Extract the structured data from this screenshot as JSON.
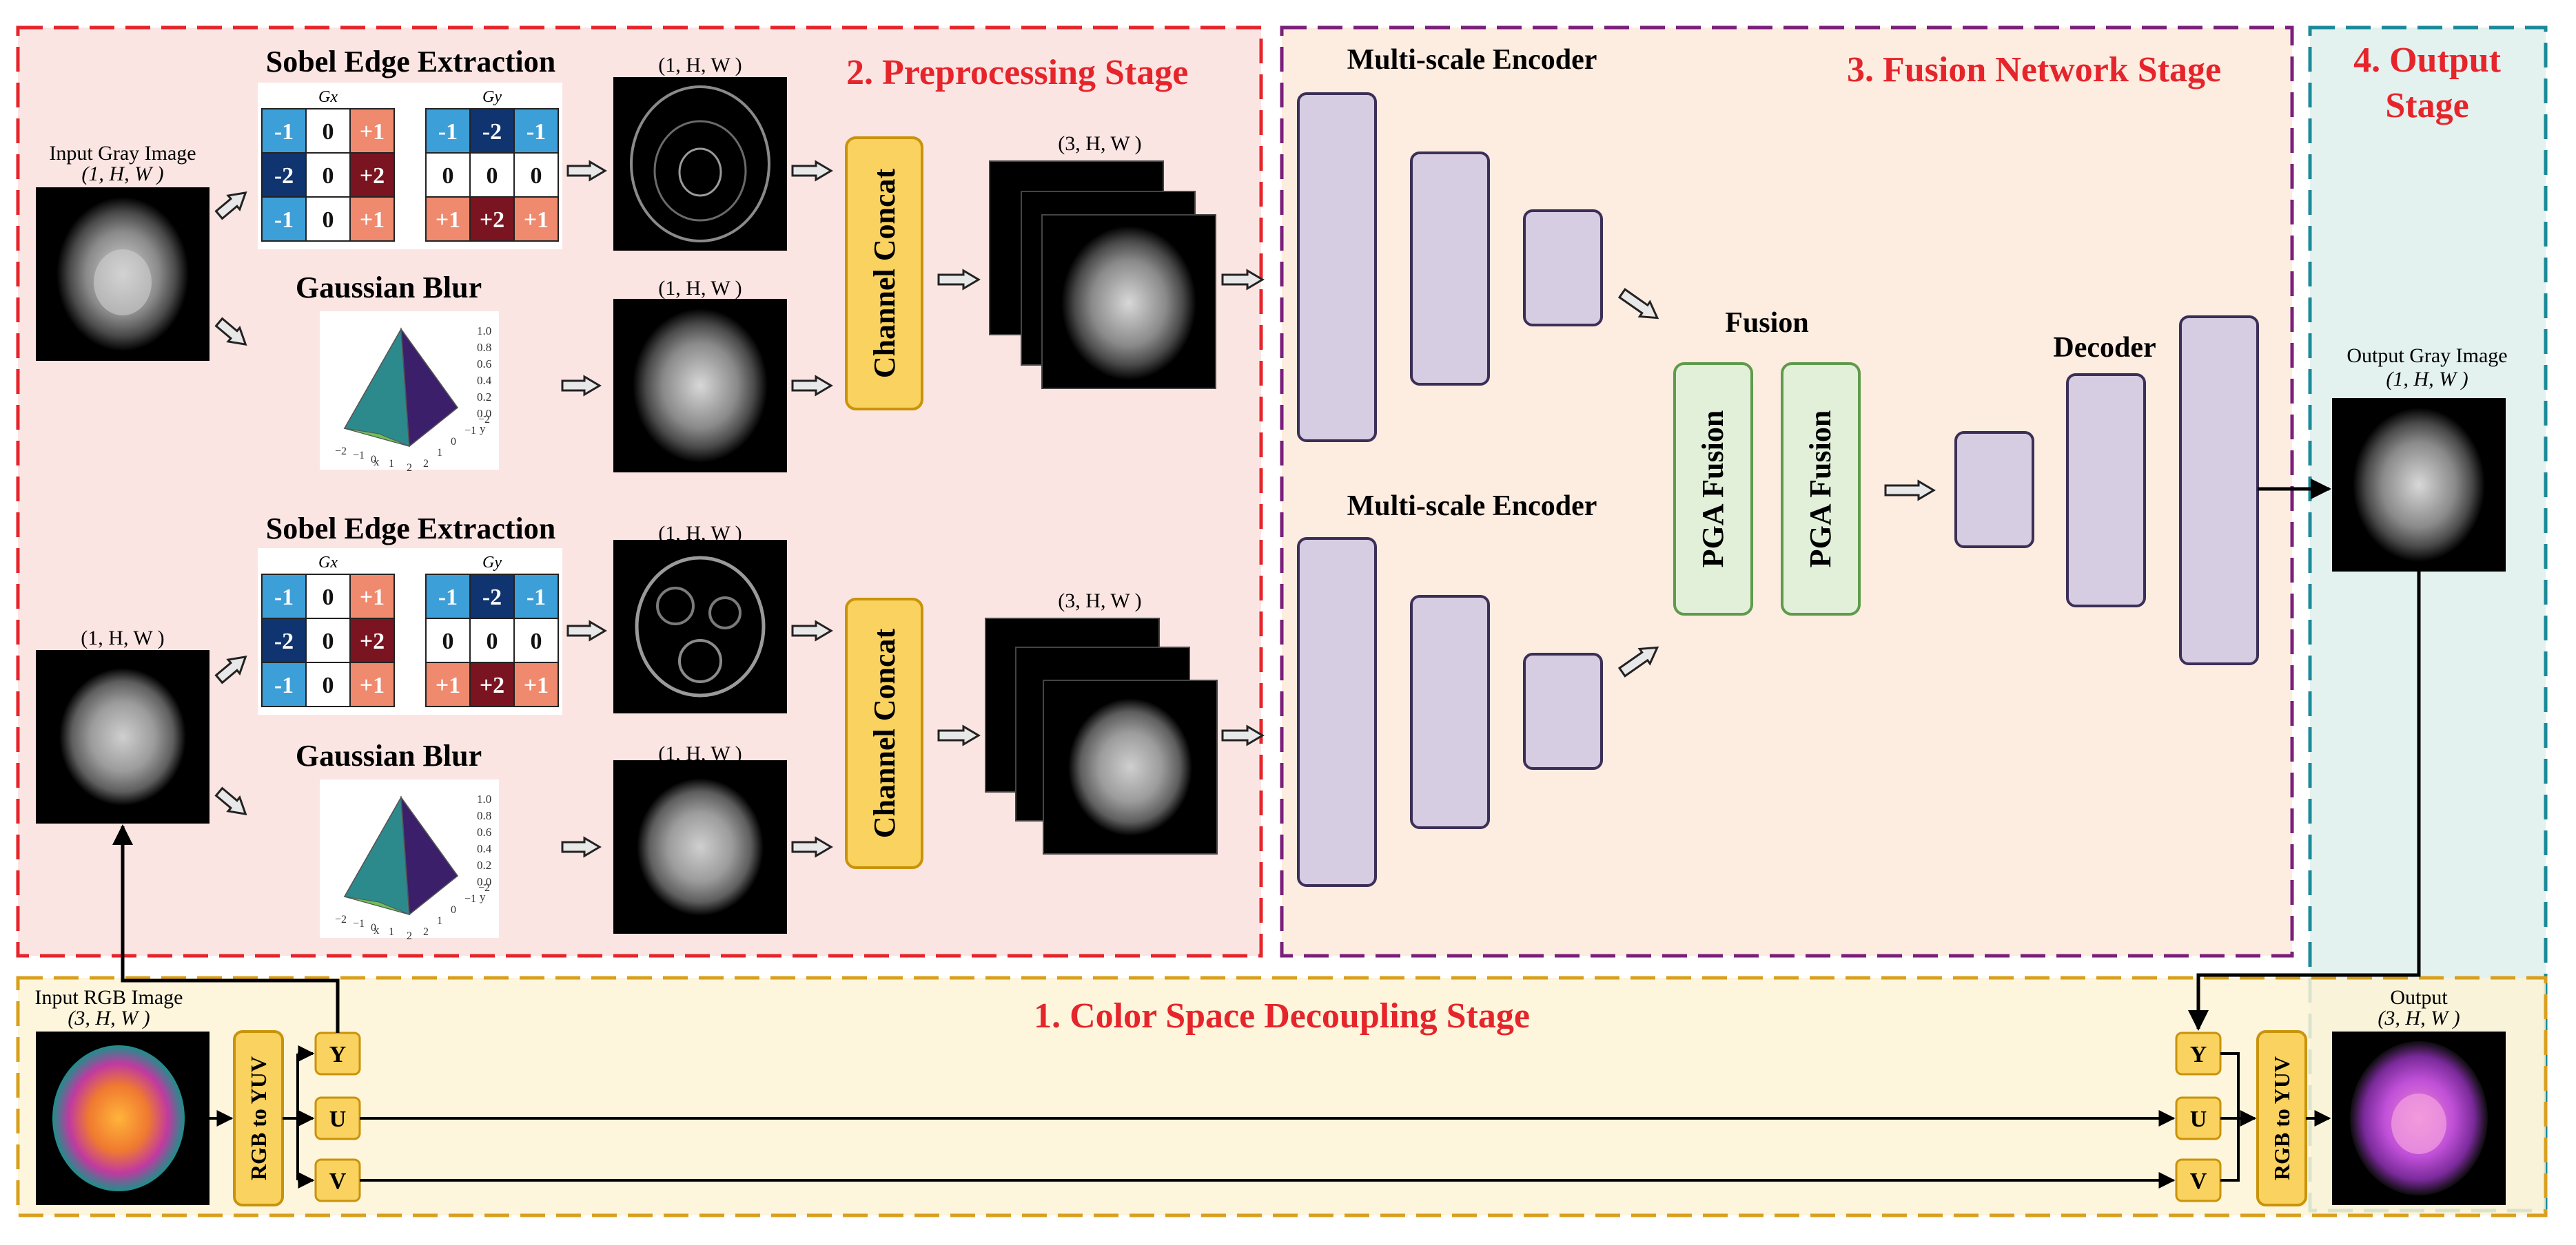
{
  "stages": {
    "preprocessing": "2. Preprocessing Stage",
    "fusion_network": "3. Fusion Network Stage",
    "output_line1": "4. Output",
    "output_line2": "Stage",
    "color_space": "1. Color Space Decoupling Stage"
  },
  "preprocess": {
    "sobel_title": "Sobel Edge Extraction",
    "gaussian_title": "Gaussian Blur",
    "gx_label": "Gx",
    "gy_label": "Gy",
    "gx_kernel": [
      "-1",
      "0",
      "+1",
      "-2",
      "0",
      "+2",
      "-1",
      "0",
      "+1"
    ],
    "gy_kernel": [
      "-1",
      "-2",
      "-1",
      "0",
      "0",
      "0",
      "+1",
      "+2",
      "+1"
    ],
    "input_gray_label": "Input Gray Image",
    "shape_1hw": "(1, H, W )",
    "shape_3hw": "(3, H, W )",
    "channel_concat": "Channel Concat",
    "plot_ticks_z": [
      "1.0",
      "0.8",
      "0.6",
      "0.4",
      "0.2",
      "0.0"
    ],
    "plot_ticks_x": [
      "−2",
      "−1",
      "0",
      "1",
      "2"
    ],
    "plot_ticks_y": [
      "2",
      "1",
      "0",
      "−1",
      "−2"
    ],
    "plot_axis_x": "x",
    "plot_axis_y": "y"
  },
  "network": {
    "encoder_label": "Multi-scale Encoder",
    "fusion_label": "Fusion",
    "pga_fusion": "PGA Fusion",
    "decoder_label": "Decoder",
    "output_gray_label": "Output Gray Image",
    "output_gray_shape": "(1, H, W )"
  },
  "color_space": {
    "input_rgb_label": "Input RGB Image",
    "input_rgb_shape": "(3, H, W )",
    "rgb_to_yuv": "RGB to YUV",
    "channels": [
      "Y",
      "U",
      "V"
    ],
    "output_label": "Output",
    "output_shape": "(3, H, W )"
  },
  "colors": {
    "preprocess_bg": "#fbe5e3",
    "preprocess_border": "#e5252b",
    "fusion_bg": "#fdece0",
    "fusion_border": "#7a1f7a",
    "output_bg": "#e3f1ef",
    "output_border": "#1a8a99",
    "color_space_bg": "#fdf3d6",
    "color_space_border": "#d9a01e",
    "stage_title": "#e5252b",
    "box_yellow": "#f9d260",
    "box_yellow_border": "#c9930a",
    "encoder_fill": "#d6cde3",
    "encoder_border": "#3c2f57",
    "pga_fill": "#e2f0da",
    "pga_border": "#5f9b4c"
  }
}
